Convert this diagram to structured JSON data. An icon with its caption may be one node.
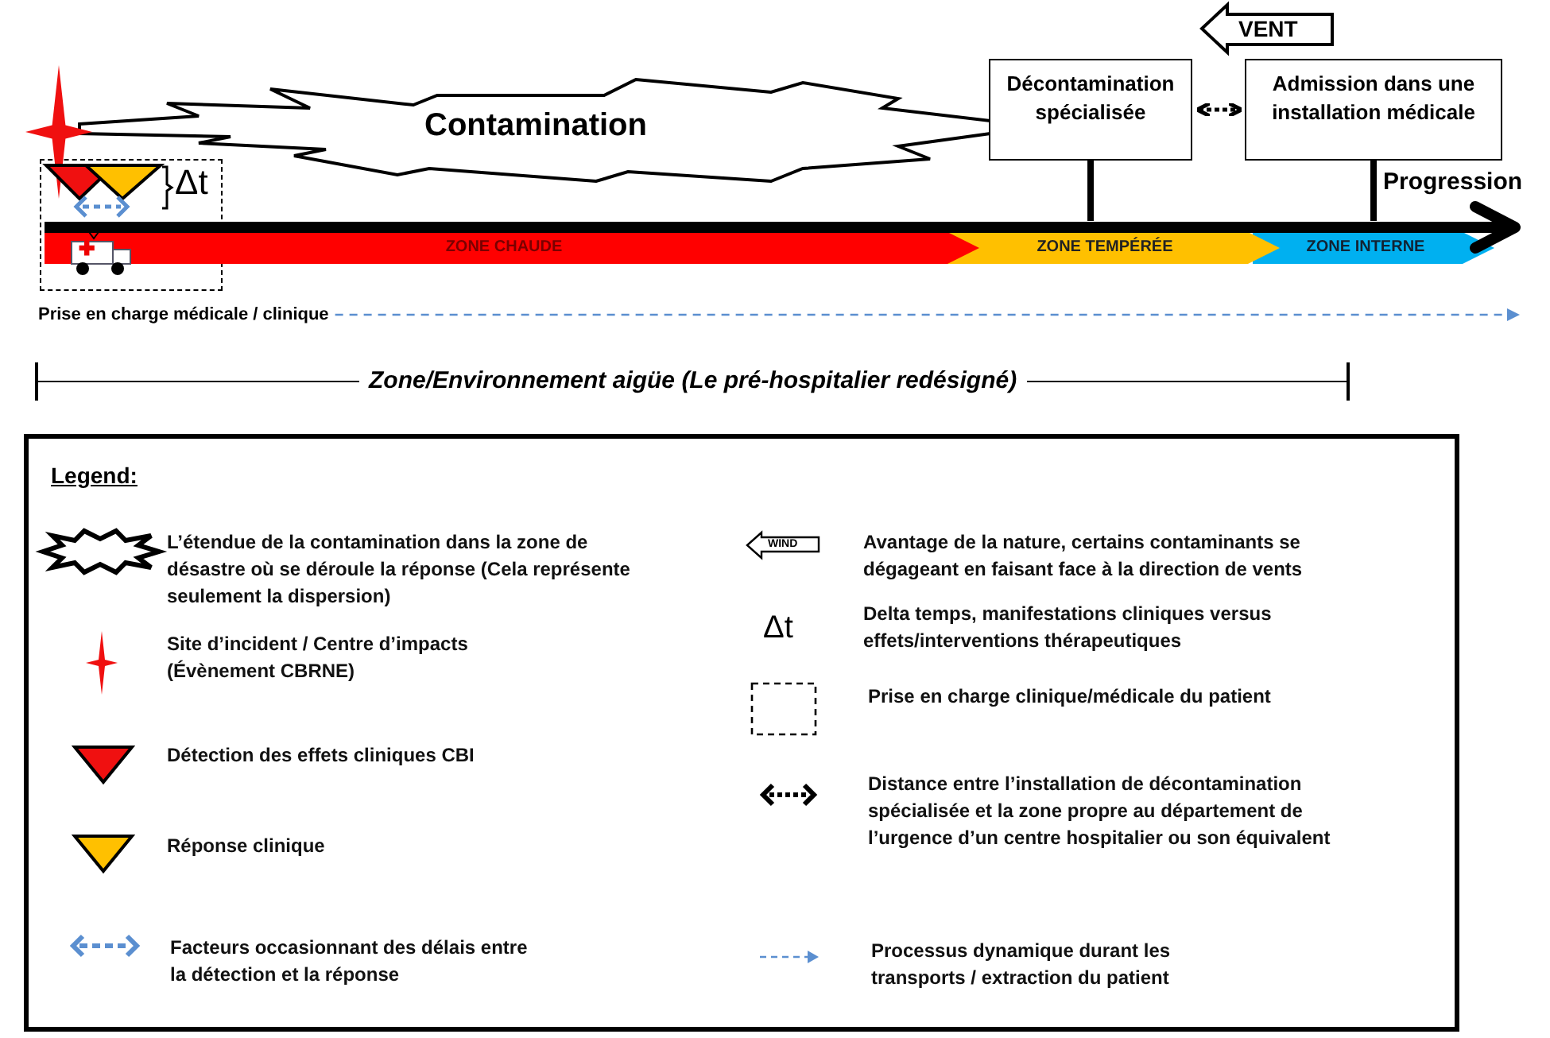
{
  "diagram": {
    "nodes": [
      {
        "text": [
          "Contamination"
        ]
      },
      {
        "text": [
          "Décontamination spécialisée"
        ]
      },
      {
        "text": [
          "Admission dans une installation médicale"
        ]
      },
      {
        "text": [
          "VENT"
        ]
      },
      {
        "text": [
          "ZONE CHAUDE"
        ]
      },
      {
        "text": [
          "ZONE TEMPÉRÉE"
        ]
      },
      {
        "text": [
          "ZONE INTERNE"
        ]
      },
      {
        "text": [],
        "shape": "box"
      },
      {
        "text": [
          "Prise en charge médicale / clinique"
        ]
      },
      {
        "text": [],
        "shape": "bar"
      },
      {
        "text": [],
        "shape": "star"
      }
    ],
    "edges": [
      {
        "from": 1,
        "to": 2,
        "arrow": "both",
        "style": "dashed"
      },
      {
        "from": 8,
        "to": null,
        "arrow": "to",
        "style": "dashed",
        "color": "#5b8fd0"
      },
      {
        "from": 1,
        "to": 9,
        "arrow": "none"
      },
      {
        "from": 2,
        "to": 9,
        "arrow": "none"
      }
    ],
    "labels": [
      "Δt",
      "Progression",
      "Zone/Environnement aigüe (Le pré-hospitalier redésigné)",
      "Legend:",
      "WIND",
      "Δt"
    ],
    "legend": [
      {
        "text": "L’étendue de la contamination dans la zone de désastre où se déroule la réponse (Cela représente seulement la dispersion)"
      },
      {
        "text": "Site d’incident / Centre d’impacts (Évènement CBRNE)"
      },
      {
        "text": "Détection des effets cliniques CBI"
      },
      {
        "text": "Réponse clinique"
      },
      {
        "text": "Facteurs occasionnant des délais entre la détection et la réponse"
      },
      {
        "text": "Avantage de la nature, certains contaminants se dégageant en faisant face à la direction de vents"
      },
      {
        "text": "Delta temps, manifestations cliniques versus effets/interventions thérapeutiques"
      },
      {
        "text": "Prise en charge clinique/médicale du patient"
      },
      {
        "text": "Distance entre l’installation de décontamination spécialisée et la zone propre au département de l’urgence d’un centre hospitalier ou son équivalent"
      },
      {
        "text": "Processus dynamique durant les transports / extraction du patient"
      }
    ]
  }
}
